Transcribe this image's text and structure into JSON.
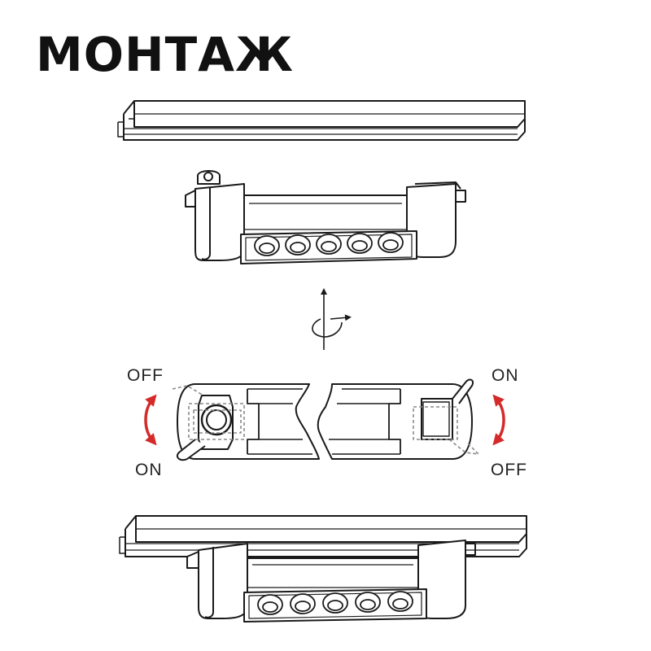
{
  "title": "МОНТАЖ",
  "labels": {
    "left_top": "OFF",
    "left_bottom": "ON",
    "right_top": "ON",
    "right_bottom": "OFF"
  },
  "colors": {
    "ink": "#1a1a1a",
    "arrow": "#d42a2a",
    "dashed": "#8a8a8a"
  },
  "icons": [
    "track-rail",
    "track-spotlight",
    "rotation-axis-icon",
    "lock-switch",
    "red-rotate-arrow"
  ]
}
